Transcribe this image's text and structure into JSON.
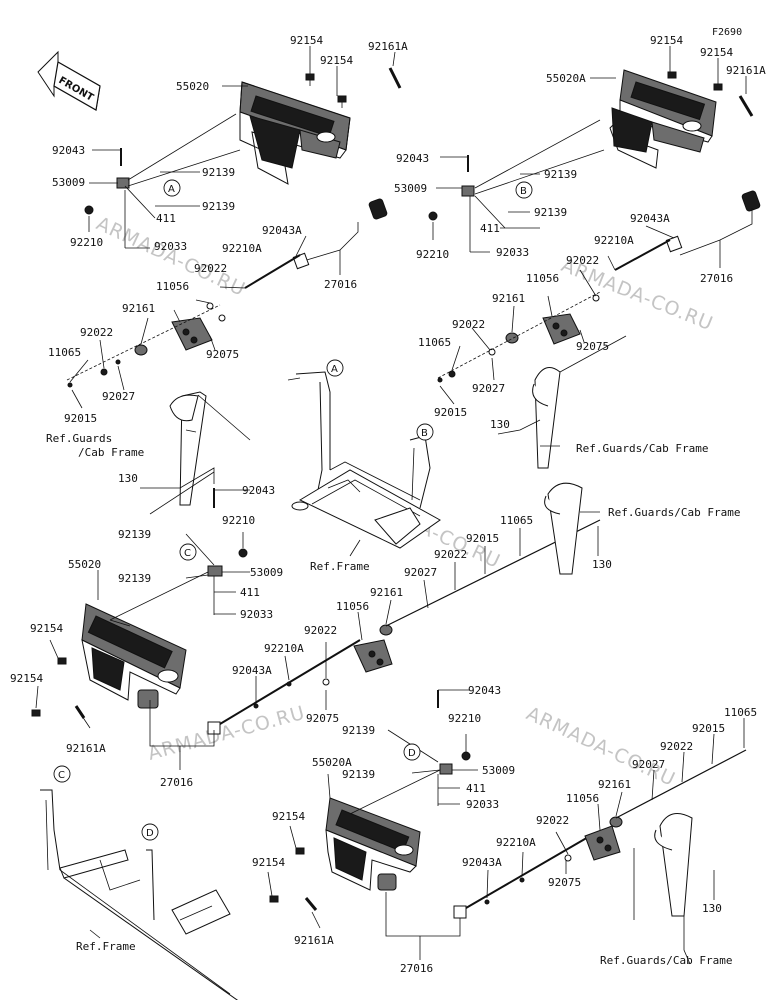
{
  "diagram_code": "F2690",
  "front_label": "FRONT",
  "watermark": "ARMADA-CO.RU",
  "callouts": {
    "A": "A",
    "B": "B",
    "C": "C",
    "D": "D"
  },
  "refs": {
    "frame": "Ref.Frame",
    "guards_cab": "Ref.Guards/Cab Frame",
    "guards_line1": "Ref.Guards",
    "guards_line2": "/Cab Frame"
  },
  "parts": {
    "p92154": "92154",
    "p92161A": "92161A",
    "p55020": "55020",
    "p55020A": "55020A",
    "p92043": "92043",
    "p92139": "92139",
    "p53009": "53009",
    "p411": "411",
    "p92210": "92210",
    "p92033": "92033",
    "p92043A": "92043A",
    "p92210A": "92210A",
    "p92022": "92022",
    "p11056": "11056",
    "p92161": "92161",
    "p11065": "11065",
    "p92027": "92027",
    "p92015": "92015",
    "p92075": "92075",
    "p27016": "27016",
    "p130": "130"
  }
}
